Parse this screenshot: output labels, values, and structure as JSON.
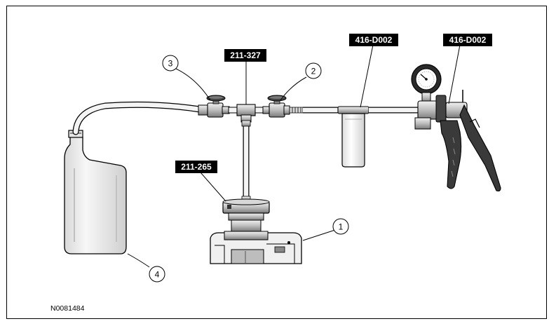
{
  "figure_id": "N0081484",
  "tool_tags": {
    "tee": "211-327",
    "adapter": "211-265",
    "reservoir": "416-D002",
    "vacuum_pump": "416-D002"
  },
  "callouts": {
    "c1": "1",
    "c2": "2",
    "c3": "3",
    "c4": "4"
  }
}
